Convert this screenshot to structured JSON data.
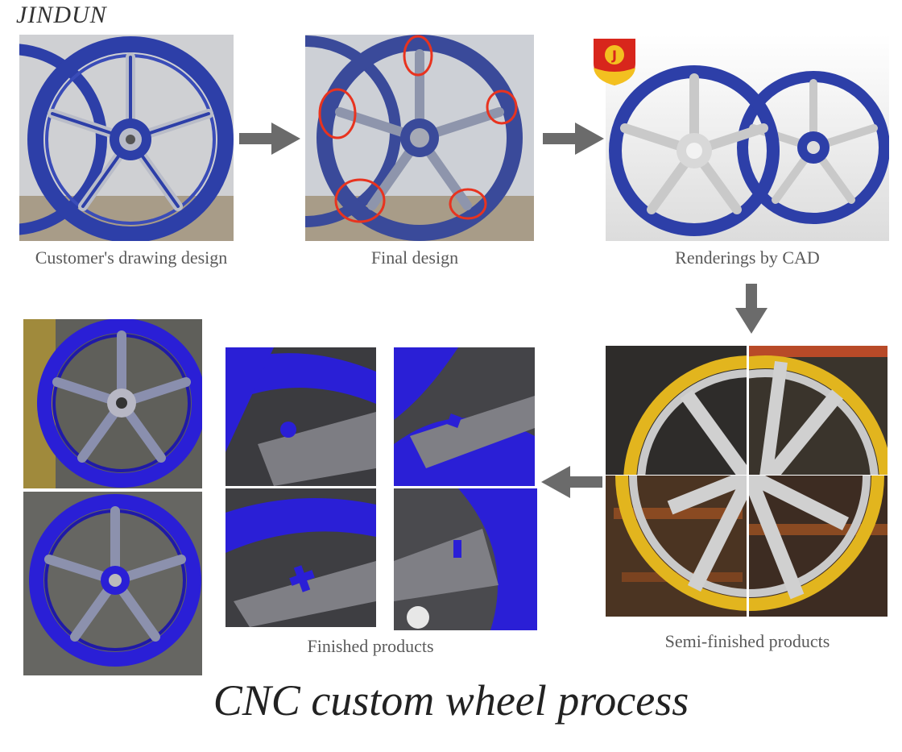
{
  "brand": "JINDUN",
  "steps": [
    {
      "id": "customer",
      "caption": "Customer's drawing design"
    },
    {
      "id": "final",
      "caption": "Final design"
    },
    {
      "id": "cad",
      "caption": "Renderings by CAD"
    },
    {
      "id": "semi",
      "caption": "Semi-finished products"
    },
    {
      "id": "finished",
      "caption": "Finished products"
    }
  ],
  "title": "CNC custom wheel process",
  "colors": {
    "wheel_blue": "#2d3fa8",
    "bright_blue": "#2a1fd6",
    "rim_yellow": "#e2b51e",
    "metal": "#c9c9c9",
    "arrow_gray": "#6b6b6b",
    "annotation_red": "#e8331f"
  },
  "icons": {
    "logo": "jindun-shield-logo",
    "arrow": "right-arrow",
    "arrow_down": "down-arrow",
    "arrow_left": "left-arrow"
  }
}
